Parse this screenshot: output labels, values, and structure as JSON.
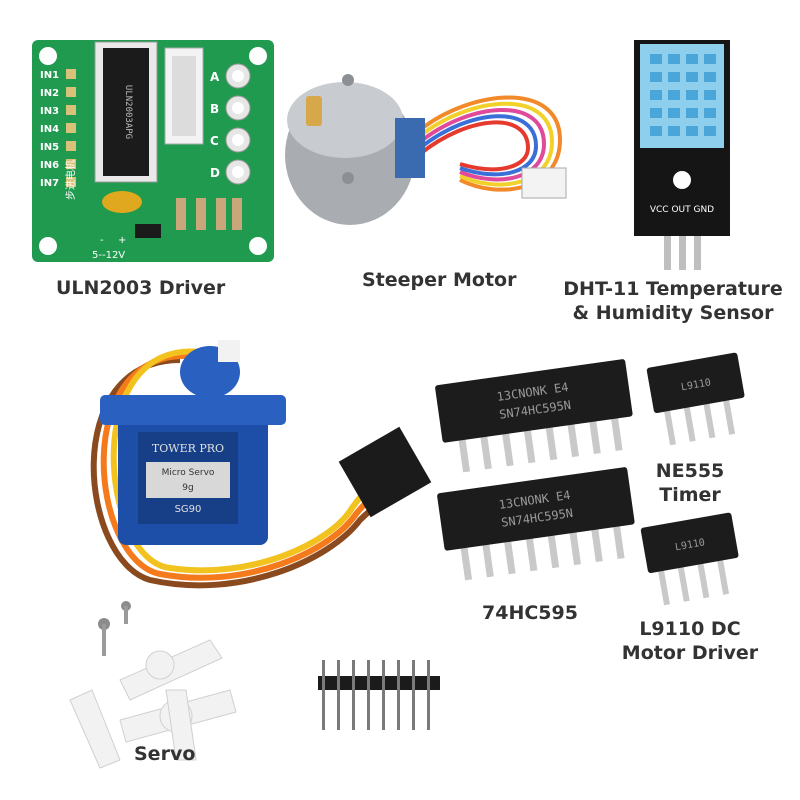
{
  "colors": {
    "background": "#ffffff",
    "caption_text": "#333333",
    "pcb_green": "#1f9a4f",
    "servo_blue": "#1d4fa8",
    "sensor_blue": "#8ecfee",
    "chip_black": "#1c1c1c"
  },
  "captions": {
    "uln2003": "ULN2003 Driver",
    "stepper": "Steeper Motor",
    "dht11_line1": "DHT-11 Temperature",
    "dht11_line2": "& Humidity Sensor",
    "ne555_line1": "NE555",
    "ne555_line2": "Timer",
    "hc595": "74HC595",
    "l9110_line1": "L9110 DC",
    "l9110_line2": "Motor Driver",
    "servo": "Servo"
  },
  "uln2003_board": {
    "inputs": [
      "IN1",
      "IN2",
      "IN3",
      "IN4",
      "IN5",
      "IN6",
      "IN7"
    ],
    "led_labels": [
      "A",
      "B",
      "C",
      "D"
    ],
    "chip_text": "ULN2003APG",
    "power_label": "5--12V",
    "polarity": [
      "-",
      "+"
    ],
    "side_label": "步进电机"
  },
  "dht11_pins": "VCC OUT GND",
  "servo_labels": {
    "brand": "TOWER PRO",
    "model_line": "Micro Servo",
    "model_num": "9g",
    "part": "SG90"
  },
  "hc595_chip": {
    "line1": "13CNONK E4",
    "line2": "SN74HC595N"
  },
  "small_chip_text": "L9110"
}
